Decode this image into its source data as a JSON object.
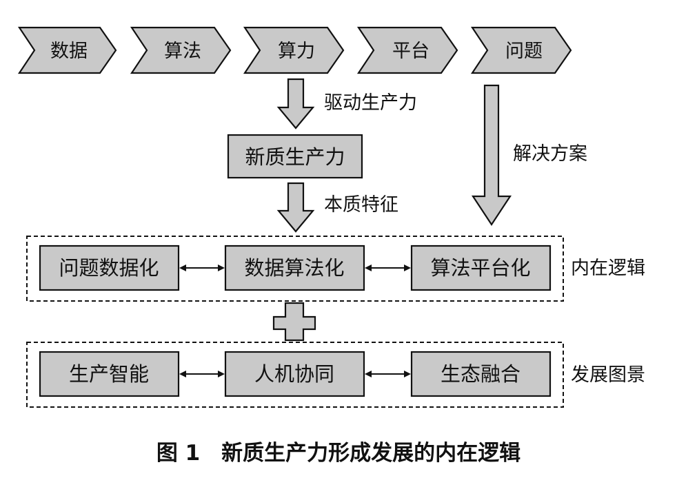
{
  "chevrons": [
    "数据",
    "算法",
    "算力",
    "平台",
    "问题"
  ],
  "arrow_labels": {
    "drive": "驱动生产力",
    "essence": "本质特征",
    "solution": "解决方案"
  },
  "core_box": "新质生产力",
  "inner_logic": {
    "label": "内在逻辑",
    "items": [
      "问题数据化",
      "数据算法化",
      "算法平台化"
    ]
  },
  "development": {
    "label": "发展图景",
    "items": [
      "生产智能",
      "人机协同",
      "生态融合"
    ]
  },
  "caption": "图 1　新质生产力形成发展的内在逻辑",
  "colors": {
    "fill": "#c9c9c9",
    "stroke": "#111111"
  }
}
